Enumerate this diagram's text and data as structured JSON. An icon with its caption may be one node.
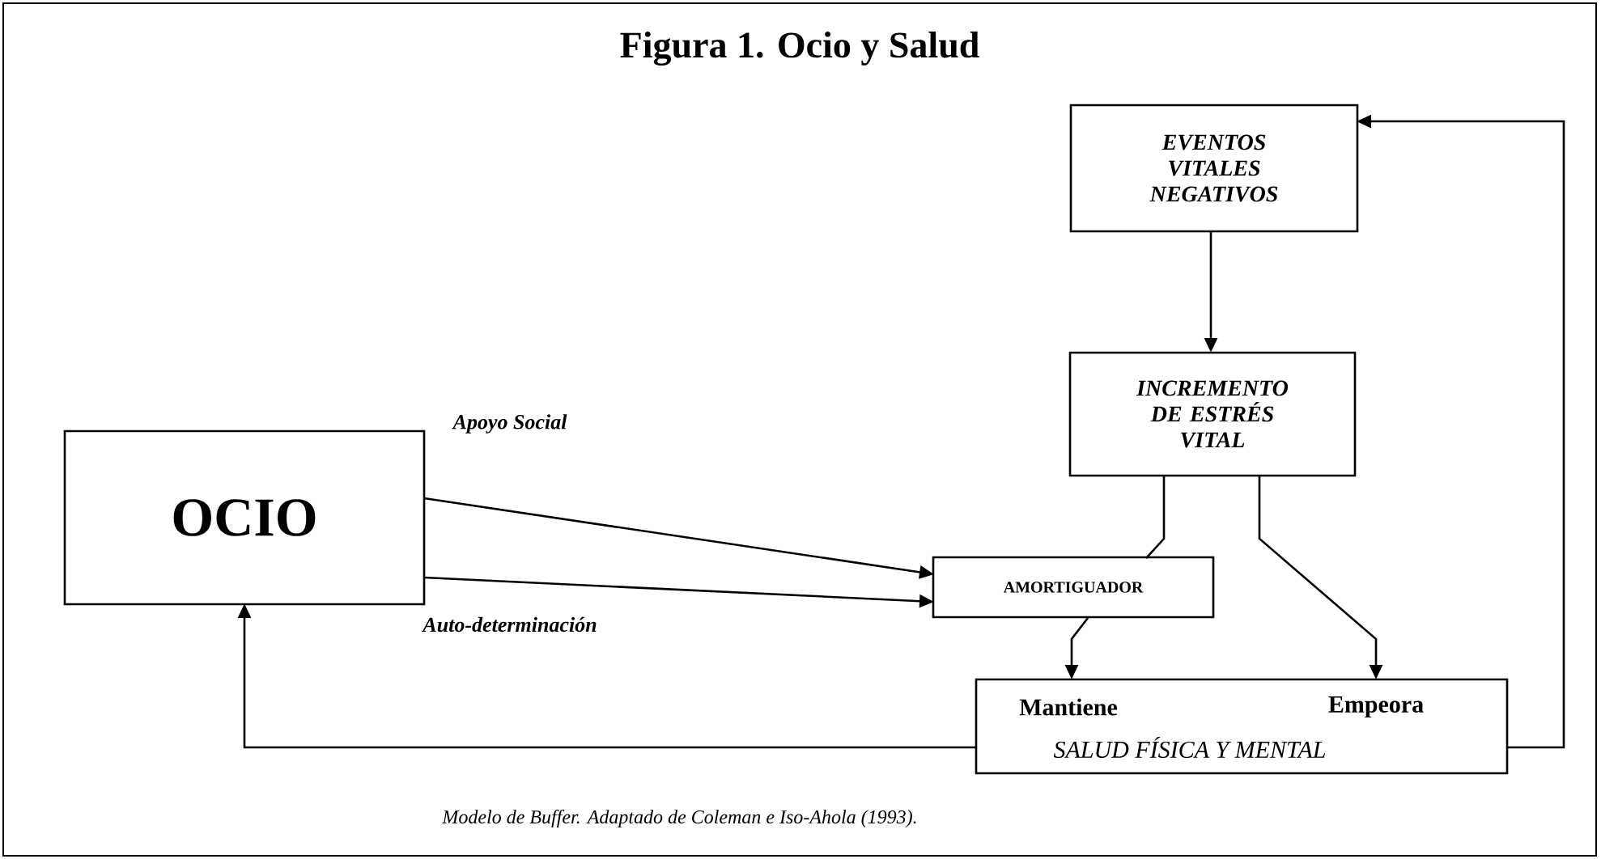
{
  "diagram": {
    "title": "Figura 1. Ocio y Salud",
    "caption": "Modelo de  Buffer. Adaptado de Coleman e Iso-Ahola (1993).",
    "nodes": [
      {
        "text": [
          "EVENTOS VITALES NEGATIVOS"
        ]
      },
      {
        "text": [
          "INCREMENTO DE ESTRÉS VITAL"
        ]
      },
      {
        "text": [
          "OCIO"
        ]
      },
      {
        "text": [
          "AMORTIGUADOR"
        ]
      },
      {
        "text": [
          "Mantiene",
          "Empeora",
          "SALUD FÍSICA Y MENTAL"
        ]
      }
    ],
    "edges": [
      {
        "from": 0,
        "to": 1,
        "arrow": "to"
      },
      {
        "from": 1,
        "to": 3,
        "arrow": "none"
      },
      {
        "from": 3,
        "to": 4,
        "arrow": "to"
      },
      {
        "from": 1,
        "to": 4,
        "arrow": "to"
      },
      {
        "from": 2,
        "to": 3,
        "arrow": "to",
        "label": "Apoyo Social"
      },
      {
        "from": 2,
        "to": 3,
        "arrow": "to",
        "label": "Auto-determinación"
      },
      {
        "from": 4,
        "to": 2,
        "arrow": "to"
      },
      {
        "from": 4,
        "to": 0,
        "arrow": "to"
      }
    ]
  }
}
